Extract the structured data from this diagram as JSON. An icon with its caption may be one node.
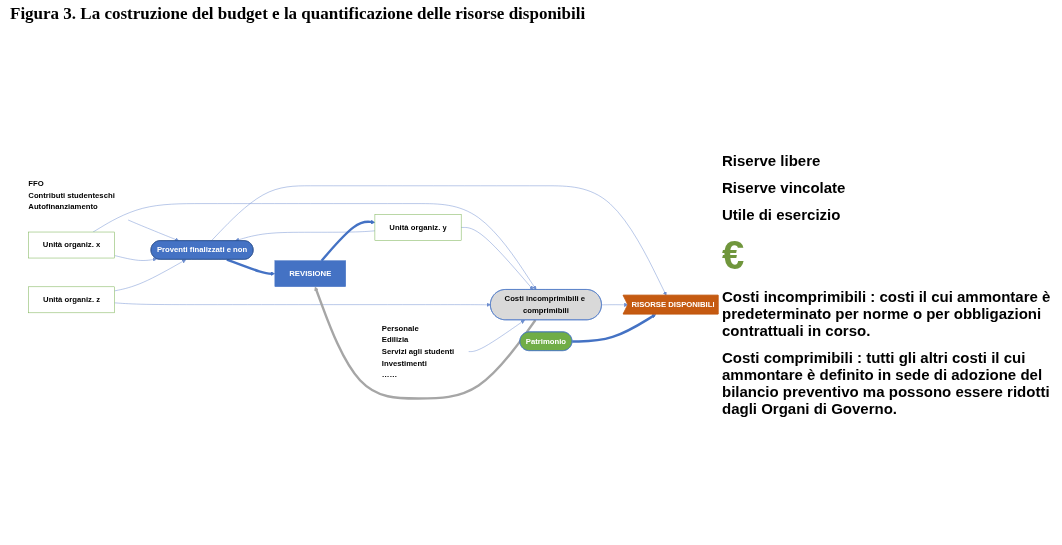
{
  "diagram": {
    "title": "Figura 3. La costruzione del budget e la quantificazione delle risorse disponibili",
    "nodes": [
      {
        "text": [
          "FFO",
          "Contributi studenteschi",
          "Autofinanziamento"
        ]
      },
      {
        "text": [
          "Proventi finalizzati e non"
        ]
      },
      {
        "text": [
          "Unità organiz. x"
        ]
      },
      {
        "text": [
          "Unità organiz. y"
        ]
      },
      {
        "text": [
          "Unità organiz. z"
        ]
      },
      {
        "text": [
          "REVISIONE"
        ]
      },
      {
        "text": [
          "Costi incomprimibili e comprimibili"
        ]
      },
      {
        "text": [
          "Personale",
          "Edilizia",
          "Servizi agli studenti",
          "Investimenti",
          "……"
        ]
      },
      {
        "text": [
          "Patrimonio"
        ]
      },
      {
        "text": [
          "RISORSE DISPONIBILI"
        ]
      }
    ],
    "edges": [
      {
        "from": 0,
        "to": 1,
        "arrow": "to"
      },
      {
        "from": 2,
        "to": 1,
        "arrow": "to"
      },
      {
        "from": 2,
        "to": 6,
        "arrow": "to"
      },
      {
        "from": 3,
        "to": 1,
        "arrow": "to"
      },
      {
        "from": 3,
        "to": 6,
        "arrow": "to"
      },
      {
        "from": 4,
        "to": 1,
        "arrow": "to"
      },
      {
        "from": 4,
        "to": 6,
        "arrow": "to"
      },
      {
        "from": 7,
        "to": 6,
        "arrow": "to"
      },
      {
        "from": 1,
        "to": 5,
        "arrow": "to",
        "style": "thick"
      },
      {
        "from": 6,
        "to": 5,
        "arrow": "to",
        "style": "thick",
        "color": "#a6a6a6"
      },
      {
        "from": 5,
        "to": 3,
        "arrow": "to",
        "style": "thick"
      },
      {
        "from": 1,
        "to": 9,
        "arrow": "to"
      },
      {
        "from": 6,
        "to": 9,
        "arrow": "to"
      },
      {
        "from": 8,
        "to": 9,
        "arrow": "to",
        "style": "thick"
      }
    ],
    "labels": [
      "Riserve libere",
      "Riserve vincolate",
      "Utile di esercizio",
      "€",
      "Costi incomprimibili : costi il cui ammontare è predeterminato per norme o per obbligazioni contrattuali in corso.",
      "Costi comprimibili : tutti gli altri costi il cui ammontare è definito in sede di adozione del bilancio preventivo ma possono essere ridotti dagli Organi di Governo."
    ]
  }
}
